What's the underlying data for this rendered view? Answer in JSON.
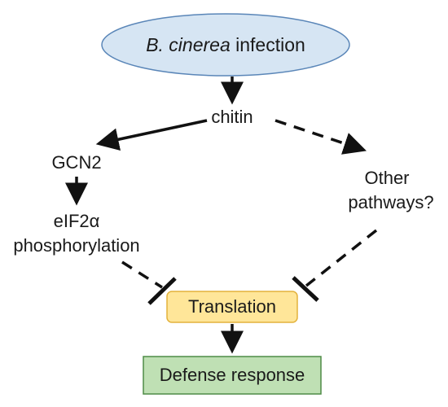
{
  "nodes": {
    "infection": {
      "italic": "B. cinerea",
      "text": " infection"
    },
    "chitin": "chitin",
    "gcn2": "GCN2",
    "eif2a_line1": "eIF2α",
    "eif2a_line2": "phosphorylation",
    "other_line1": "Other",
    "other_line2": "pathways?",
    "translation": "Translation",
    "defense": "Defense response"
  },
  "colors": {
    "ellipse_fill": "#d6e5f3",
    "ellipse_stroke": "#5a86b8",
    "translation_fill": "#ffe699",
    "translation_stroke": "#e3b23c",
    "defense_fill": "#bfe0b4",
    "defense_stroke": "#4f8c46",
    "edge": "#111111"
  },
  "edges": [
    {
      "from": "infection",
      "to": "chitin",
      "style": "solid",
      "head": "arrow"
    },
    {
      "from": "chitin",
      "to": "gcn2",
      "style": "solid",
      "head": "arrow"
    },
    {
      "from": "chitin",
      "to": "other",
      "style": "dashed",
      "head": "arrow"
    },
    {
      "from": "gcn2",
      "to": "eif2a",
      "style": "solid",
      "head": "arrow"
    },
    {
      "from": "eif2a",
      "to": "translation",
      "style": "dashed",
      "head": "inhibition"
    },
    {
      "from": "other",
      "to": "translation",
      "style": "dashed",
      "head": "inhibition"
    },
    {
      "from": "translation",
      "to": "defense",
      "style": "solid",
      "head": "arrow"
    }
  ]
}
